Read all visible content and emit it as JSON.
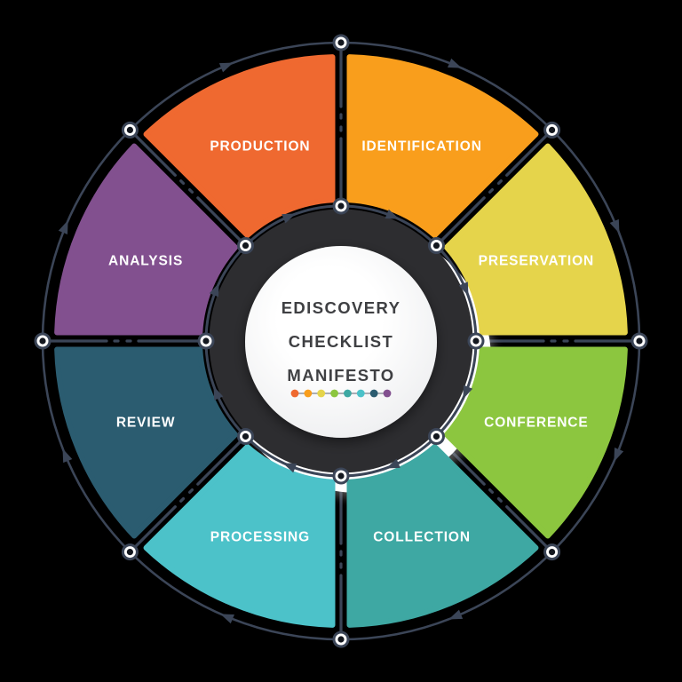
{
  "diagram": {
    "center": {
      "lines": [
        "EDISCOVERY",
        "CHECKLIST",
        "MANIFESTO"
      ]
    },
    "segments": [
      {
        "label": "IDENTIFICATION",
        "color": "#F99E1C"
      },
      {
        "label": "PRESERVATION",
        "color": "#E5D44B"
      },
      {
        "label": "CONFERENCE",
        "color": "#8CC63F"
      },
      {
        "label": "COLLECTION",
        "color": "#3EA8A3"
      },
      {
        "label": "PROCESSING",
        "color": "#4CC2C9"
      },
      {
        "label": "REVIEW",
        "color": "#2B5C70"
      },
      {
        "label": "ANALYSIS",
        "color": "#82508F"
      },
      {
        "label": "PRODUCTION",
        "color": "#EF6930"
      }
    ],
    "dot_order": [
      "PRODUCTION",
      "IDENTIFICATION",
      "PRESERVATION",
      "CONFERENCE",
      "COLLECTION",
      "PROCESSING",
      "REVIEW",
      "ANALYSIS"
    ],
    "colors": {
      "outline": "#3B4557",
      "ring": "#2D2D30",
      "center_text": "#3F4043",
      "segment_label": "#FFFFFF",
      "background": "#000000",
      "dot_line": "#8F949D",
      "node_fill": "#FFFFFF",
      "node_center": "#14181F",
      "crescent": "#FFFFFF",
      "crescent_shadow": "#9A9A9A",
      "center_hi": "#FFFFFF",
      "center_lo": "#E9EAEC"
    }
  }
}
